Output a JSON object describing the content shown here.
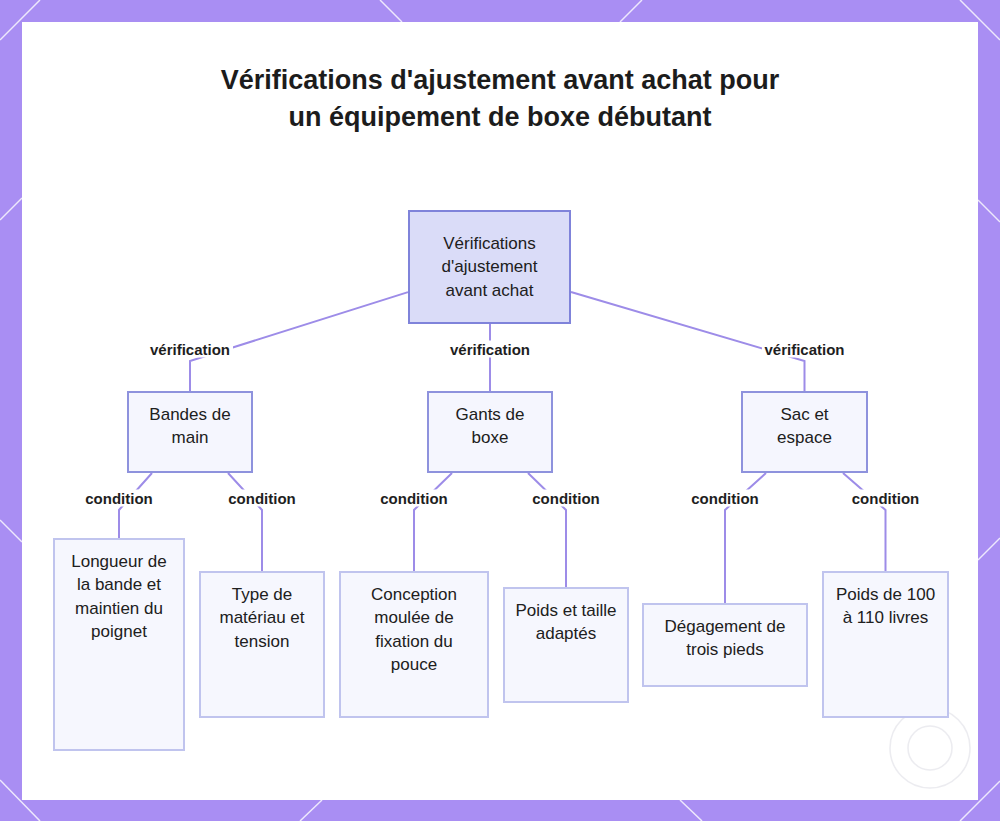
{
  "diagram": {
    "title": "Vérifications d'ajustement avant achat pour un équipement de boxe débutant",
    "nodes": [
      {
        "text": [
          "Vérifications d'ajustement avant achat"
        ]
      },
      {
        "text": [
          "Bandes de main"
        ]
      },
      {
        "text": [
          "Gants de boxe"
        ]
      },
      {
        "text": [
          "Sac et espace"
        ]
      },
      {
        "text": [
          "Longueur de la bande et maintien du poignet"
        ]
      },
      {
        "text": [
          "Type de matériau et tension"
        ]
      },
      {
        "text": [
          "Conception moulée de fixation du pouce"
        ]
      },
      {
        "text": [
          "Poids et taille adaptés"
        ]
      },
      {
        "text": [
          "Dégagement de trois pieds"
        ]
      },
      {
        "text": [
          "Poids de 100 à 110 livres"
        ]
      }
    ],
    "edges": [
      {
        "from": 0,
        "to": 1,
        "arrow": "none",
        "label": "vérification"
      },
      {
        "from": 0,
        "to": 2,
        "arrow": "none",
        "label": "vérification"
      },
      {
        "from": 0,
        "to": 3,
        "arrow": "none",
        "label": "vérification"
      },
      {
        "from": 1,
        "to": 4,
        "arrow": "none",
        "label": "condition"
      },
      {
        "from": 1,
        "to": 5,
        "arrow": "none",
        "label": "condition"
      },
      {
        "from": 2,
        "to": 6,
        "arrow": "none",
        "label": "condition"
      },
      {
        "from": 2,
        "to": 7,
        "arrow": "none",
        "label": "condition"
      },
      {
        "from": 3,
        "to": 8,
        "arrow": "none",
        "label": "condition"
      },
      {
        "from": 3,
        "to": 9,
        "arrow": "none",
        "label": "condition"
      }
    ]
  }
}
